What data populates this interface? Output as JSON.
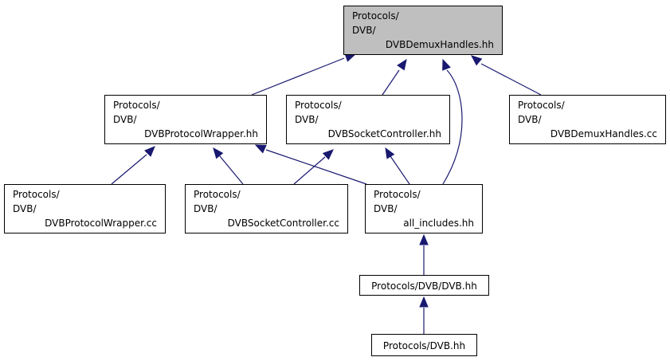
{
  "colors": {
    "edge": "#191970",
    "highlight_fill": "#bfbfbf",
    "border": "#000000"
  },
  "nodes": [
    {
      "id": "demux_hh",
      "lines": [
        "Protocols/",
        "DVB/",
        "DVBDemuxHandles.hh"
      ],
      "highlighted": true
    },
    {
      "id": "protocolwrapper_hh",
      "lines": [
        "Protocols/",
        "DVB/",
        "DVBProtocolWrapper.hh"
      ]
    },
    {
      "id": "socketcontroller_hh",
      "lines": [
        "Protocols/",
        "DVB/",
        "DVBSocketController.hh"
      ]
    },
    {
      "id": "demux_cc",
      "lines": [
        "Protocols/",
        "DVB/",
        "DVBDemuxHandles.cc"
      ]
    },
    {
      "id": "protocolwrapper_cc",
      "lines": [
        "Protocols/",
        "DVB/",
        "DVBProtocolWrapper.cc"
      ]
    },
    {
      "id": "socketcontroller_cc",
      "lines": [
        "Protocols/",
        "DVB/",
        "DVBSocketController.cc"
      ]
    },
    {
      "id": "all_includes_hh",
      "lines": [
        "Protocols/",
        "DVB/",
        "all_includes.hh"
      ]
    },
    {
      "id": "dvb_dvb_hh",
      "lines": [
        "Protocols/DVB/DVB.hh"
      ]
    },
    {
      "id": "dvb_hh",
      "lines": [
        "Protocols/DVB.hh"
      ]
    }
  ],
  "edges": [
    {
      "from": "protocolwrapper_hh",
      "to": "demux_hh"
    },
    {
      "from": "socketcontroller_hh",
      "to": "demux_hh"
    },
    {
      "from": "all_includes_hh",
      "to": "demux_hh"
    },
    {
      "from": "demux_cc",
      "to": "demux_hh"
    },
    {
      "from": "protocolwrapper_cc",
      "to": "protocolwrapper_hh"
    },
    {
      "from": "socketcontroller_cc",
      "to": "protocolwrapper_hh"
    },
    {
      "from": "all_includes_hh",
      "to": "protocolwrapper_hh"
    },
    {
      "from": "socketcontroller_cc",
      "to": "socketcontroller_hh"
    },
    {
      "from": "all_includes_hh",
      "to": "socketcontroller_hh"
    },
    {
      "from": "dvb_dvb_hh",
      "to": "all_includes_hh"
    },
    {
      "from": "dvb_hh",
      "to": "dvb_dvb_hh"
    }
  ]
}
